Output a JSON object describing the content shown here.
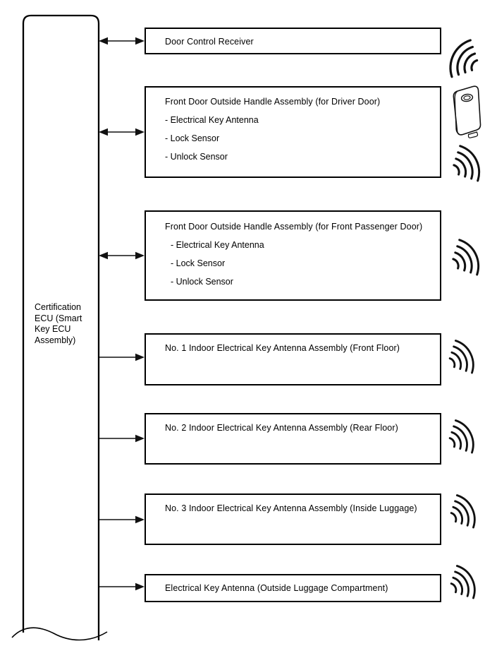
{
  "diagram": {
    "title_hint": "Smart key system block diagram",
    "ecu": {
      "label": "Certification\nECU (Smart\nKey ECU\nAssembly)",
      "shape": "tall rounded-top box with torn wavy bottom edge (continues off diagram)"
    },
    "boxes": [
      {
        "title": "Door Control Receiver",
        "connection": "bidirectional",
        "icon": "radio-waves-incoming"
      },
      {
        "title": "Front Door Outside Handle Assembly (for Driver Door)",
        "items": [
          "- Electrical Key Antenna",
          "- Lock Sensor",
          "- Unlock Sensor"
        ],
        "connection": "bidirectional",
        "icon": "key-fob + radio-waves-outgoing"
      },
      {
        "title": "Front Door Outside Handle Assembly (for Front Passenger Door)",
        "items": [
          "- Electrical Key Antenna",
          "- Lock Sensor",
          "- Unlock Sensor"
        ],
        "connection": "bidirectional",
        "icon": "radio-waves-outgoing"
      },
      {
        "title": "No. 1 Indoor Electrical Key Antenna Assembly (Front Floor)",
        "connection": "output-arrow",
        "icon": "radio-waves-outgoing"
      },
      {
        "title": "No. 2 Indoor Electrical Key Antenna Assembly (Rear Floor)",
        "connection": "output-arrow",
        "icon": "radio-waves-outgoing"
      },
      {
        "title": "No. 3 Indoor Electrical Key Antenna Assembly (Inside Luggage)",
        "connection": "output-arrow",
        "icon": "radio-waves-outgoing"
      },
      {
        "title": "Electrical Key Antenna (Outside Luggage Compartment)",
        "connection": "output-arrow",
        "icon": "radio-waves-outgoing"
      }
    ],
    "colors": {
      "line": "#000000",
      "background": "#ffffff"
    }
  }
}
